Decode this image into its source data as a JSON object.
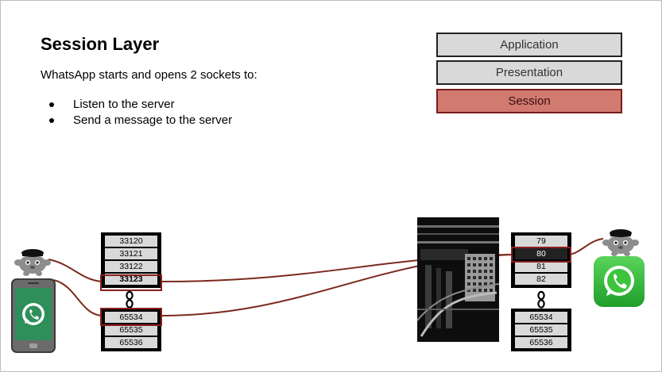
{
  "slide": {
    "title": "Session Layer",
    "subtitle": "WhatsApp starts and opens 2 sockets to:",
    "bullets": [
      "Listen to the server",
      "Send a message to the server"
    ]
  },
  "osi_layers": [
    {
      "label": "Application",
      "highlighted": false
    },
    {
      "label": "Presentation",
      "highlighted": false
    },
    {
      "label": "Session",
      "highlighted": true
    }
  ],
  "client_ports": {
    "top": [
      "33120",
      "33121",
      "33122",
      "33123"
    ],
    "bottom": [
      "65534",
      "65535",
      "65536"
    ],
    "active": [
      "33123",
      "65534"
    ]
  },
  "server_ports": {
    "top": [
      "79",
      "80",
      "81",
      "82"
    ],
    "bottom": [
      "65534",
      "65535",
      "65536"
    ],
    "active": [
      "80"
    ]
  },
  "icons": {
    "client_device": "phone-with-whatsapp-icon",
    "client_mascot": "gopher-mascot-icon",
    "server_mascot": "gopher-mascot-icon",
    "server_app": "whatsapp-icon",
    "server_hardware": "server-rack-photo",
    "link": "chain-link-icon"
  },
  "colors": {
    "session_fill": "#d07a70",
    "session_border": "#7a1c1c",
    "wire": "#7b2a1c",
    "whatsapp_green": "#3cc43c"
  }
}
